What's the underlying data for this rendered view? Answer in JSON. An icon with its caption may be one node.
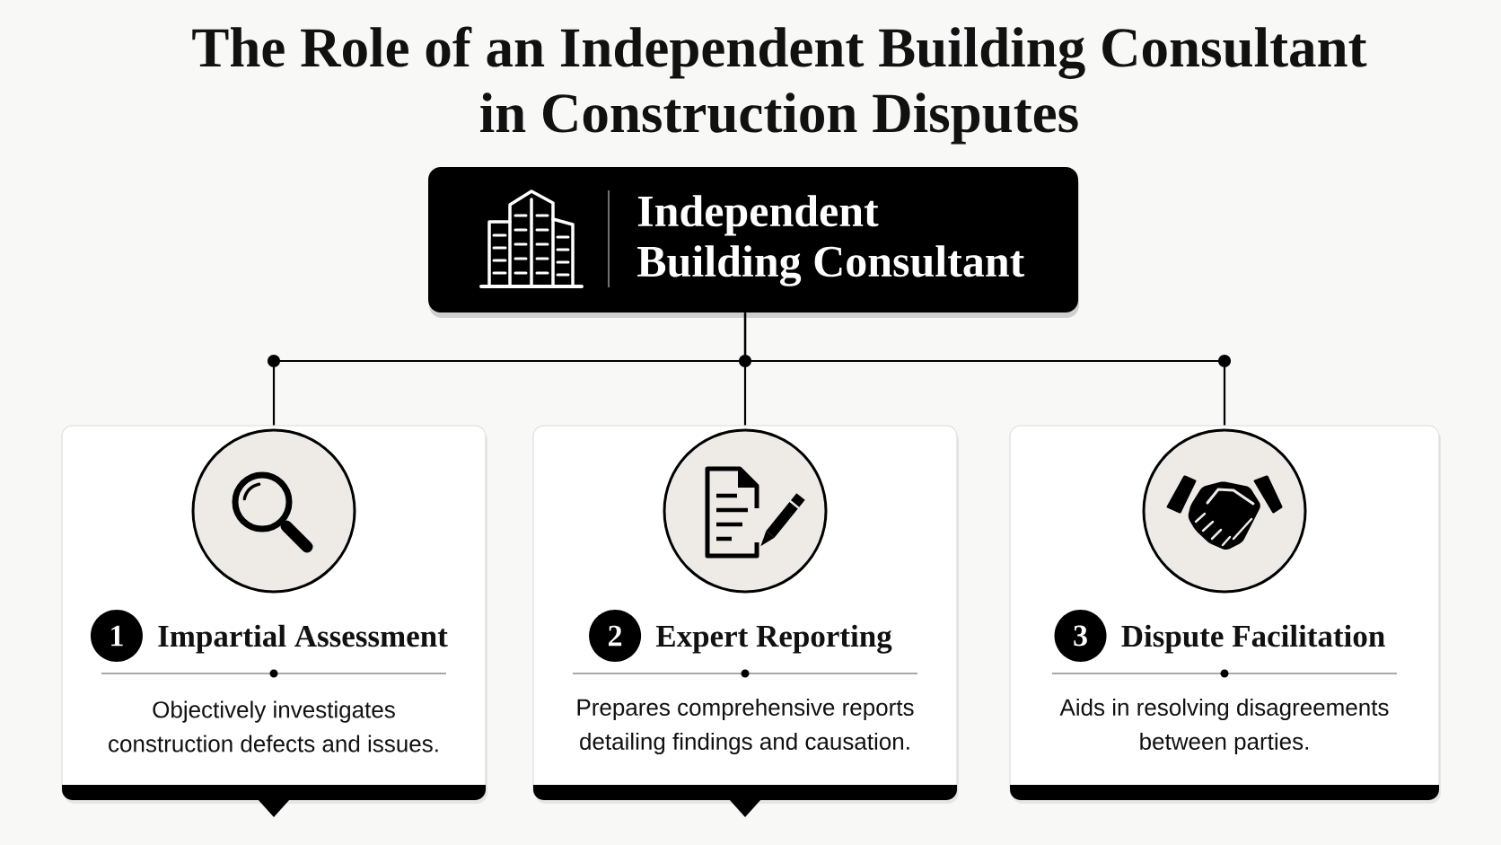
{
  "diagram": {
    "title": "The Role of an Independent Building Consultant in Construction Disputes",
    "nodes": [
      {
        "text": [
          "Independent Building Consultant"
        ]
      },
      {
        "text": [
          "Impartial Assessment",
          "Objectively investigates construction defects and issues."
        ]
      },
      {
        "text": [
          "1"
        ],
        "in": 1
      },
      {
        "text": [
          "Expert Reporting",
          "Prepares comprehensive reports detailing findings and causation."
        ]
      },
      {
        "text": [
          "2"
        ],
        "in": 3
      },
      {
        "text": [
          "Dispute Facilitation",
          "Aids in resolving disagreements between parties."
        ]
      },
      {
        "text": [
          "3"
        ],
        "in": 5
      }
    ],
    "edges": [
      {
        "from": 0,
        "to": 1,
        "arrow": "none"
      },
      {
        "from": 0,
        "to": 3,
        "arrow": "none"
      },
      {
        "from": 0,
        "to": 5,
        "arrow": "none"
      }
    ]
  }
}
